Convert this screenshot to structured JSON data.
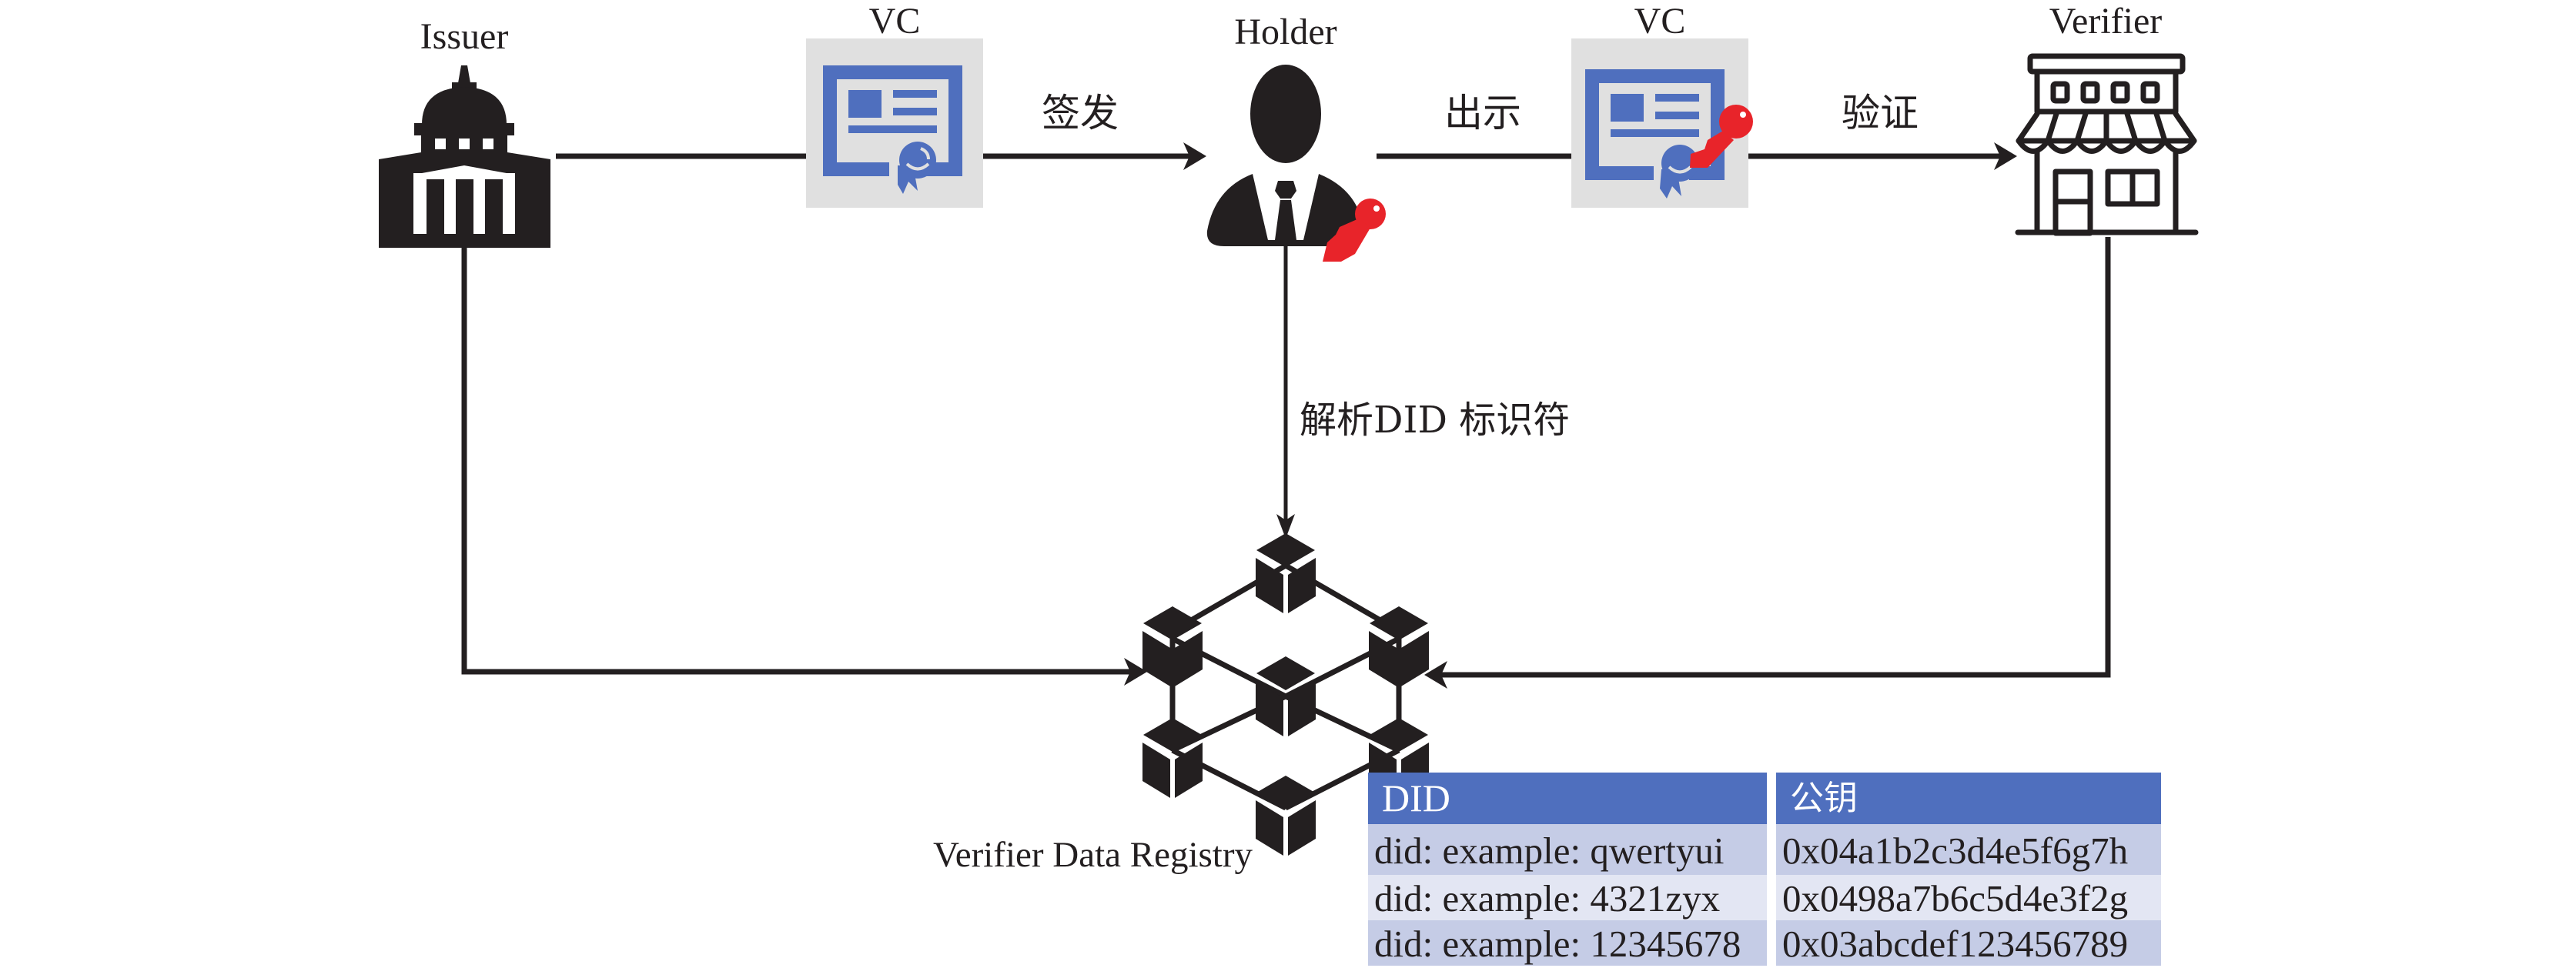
{
  "nodes": {
    "issuer": {
      "label": "Issuer",
      "icon": "government-building-icon"
    },
    "vc_issued": {
      "label": "VC",
      "icon": "certificate-icon"
    },
    "holder": {
      "label": "Holder",
      "icon": "person-with-key-icon"
    },
    "vc_presented": {
      "label": "VC",
      "icon": "certificate-with-key-icon"
    },
    "verifier": {
      "label": "Verifier",
      "icon": "storefront-icon"
    },
    "registry": {
      "label": "Verifier Data Registry",
      "icon": "blockchain-network-icon"
    }
  },
  "edges": {
    "issue": "签发",
    "present": "出示",
    "verify": "验证",
    "resolve": "解析DID 标识符"
  },
  "colors": {
    "accent_blue": "#4f6fbe",
    "key_red": "#e8242a",
    "card_gray": "#e0e0e0",
    "row_dark": "#c5cce6",
    "row_light": "#e3e6f3",
    "ink": "#231f20"
  },
  "registry_table": {
    "columns": [
      "DID",
      "公钥"
    ],
    "rows": [
      [
        "did: example: qwertyui",
        "0x04a1b2c3d4e5f6g7h"
      ],
      [
        "did: example: 4321zyx",
        "0x0498a7b6c5d4e3f2g"
      ],
      [
        "did: example: 12345678",
        "0x03abcdef123456789"
      ]
    ]
  }
}
